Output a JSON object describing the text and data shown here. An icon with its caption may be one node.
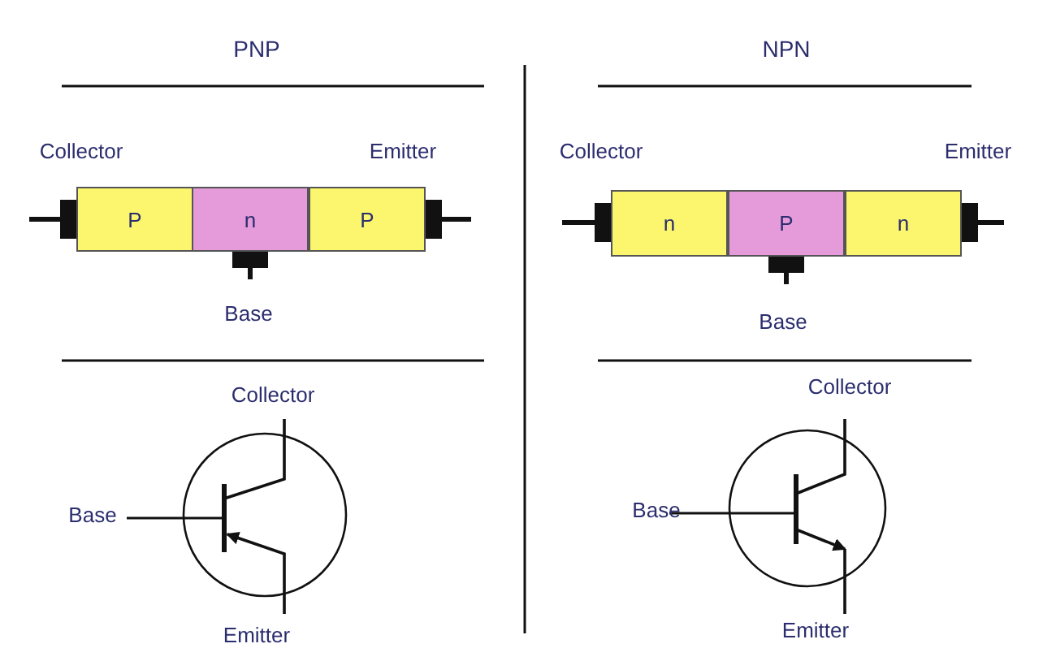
{
  "diagram": {
    "nodes": [
      {
        "text": [
          "P"
        ]
      },
      {
        "text": [
          "n"
        ]
      },
      {
        "text": [
          "P"
        ]
      },
      {
        "text": [
          "n"
        ]
      },
      {
        "text": [
          "P"
        ]
      },
      {
        "text": [
          "n"
        ]
      }
    ],
    "labels": [
      "PNP",
      "NPN",
      "Collector",
      "Emitter",
      "Collector",
      "Emitter",
      "Base",
      "Base",
      "Collector",
      "Collector",
      "Base",
      "Base",
      "Emitter",
      "Emitter"
    ]
  }
}
